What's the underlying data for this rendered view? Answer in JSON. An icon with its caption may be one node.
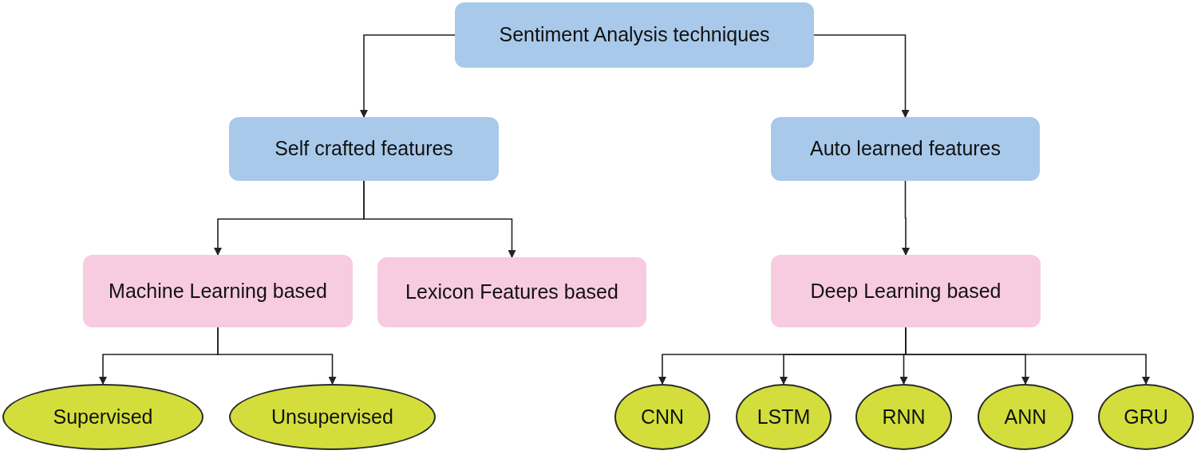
{
  "diagram": {
    "nodes": [
      {
        "text": [
          "Sentiment Analysis techniques"
        ]
      },
      {
        "text": [
          "Self crafted features"
        ]
      },
      {
        "text": [
          "Auto learned features"
        ]
      },
      {
        "text": [
          "Machine Learning based"
        ]
      },
      {
        "text": [
          "Lexicon Features based"
        ]
      },
      {
        "text": [
          "Deep Learning based"
        ]
      },
      {
        "text": [
          "Supervised"
        ]
      },
      {
        "text": [
          "Unsupervised"
        ]
      },
      {
        "text": [
          "CNN"
        ]
      },
      {
        "text": [
          "LSTM"
        ]
      },
      {
        "text": [
          "RNN"
        ]
      },
      {
        "text": [
          "ANN"
        ]
      },
      {
        "text": [
          "GRU"
        ]
      }
    ],
    "edges": [
      {
        "from": 0,
        "to": 1,
        "arrow": "to"
      },
      {
        "from": 0,
        "to": 2,
        "arrow": "to"
      },
      {
        "from": 1,
        "to": 3,
        "arrow": "to"
      },
      {
        "from": 1,
        "to": 4,
        "arrow": "to"
      },
      {
        "from": 2,
        "to": 5,
        "arrow": "to"
      },
      {
        "from": 3,
        "to": 6,
        "arrow": "to"
      },
      {
        "from": 3,
        "to": 7,
        "arrow": "to"
      },
      {
        "from": 5,
        "to": 8,
        "arrow": "to"
      },
      {
        "from": 5,
        "to": 9,
        "arrow": "to"
      },
      {
        "from": 5,
        "to": 10,
        "arrow": "to"
      },
      {
        "from": 5,
        "to": 11,
        "arrow": "to"
      },
      {
        "from": 5,
        "to": 12,
        "arrow": "to"
      }
    ]
  }
}
